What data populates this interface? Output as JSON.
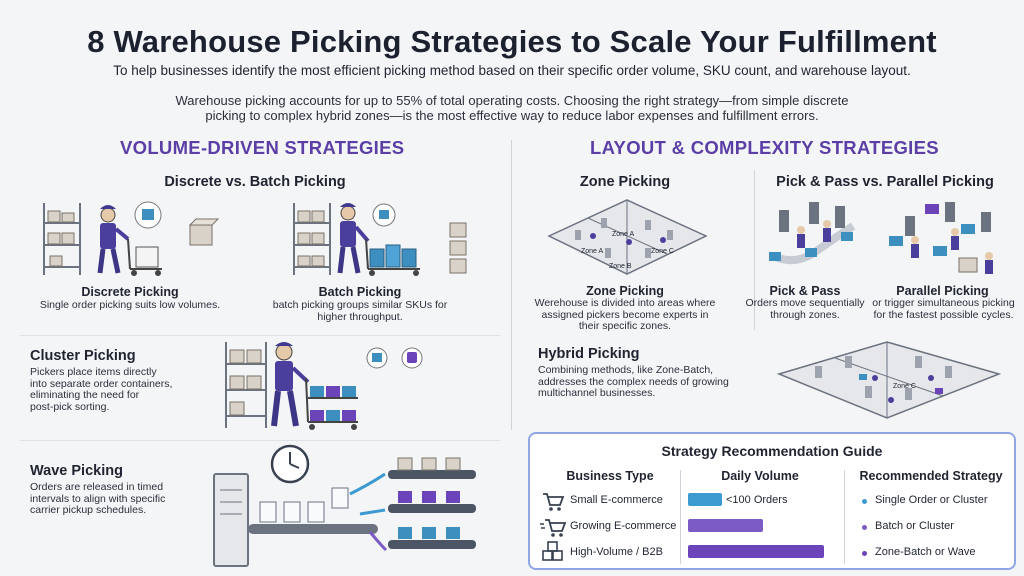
{
  "header": {
    "title": "8 Warehouse Picking Strategies to Scale Your Fulfillment",
    "subtitle": "To help businesses identify the most efficient picking method based on their specific order volume, SKU count, and warehouse layout.",
    "intro_line1": "Warehouse picking accounts for up to 55% of total operating costs. Choosing the right strategy—from simple discrete",
    "intro_line2": "picking to complex hybrid zones—is the most effective way to reduce labor expenses and fulfillment errors."
  },
  "volume": {
    "heading": "VOLUME-DRIVEN STRATEGIES",
    "discrete_batch": {
      "heading": "Discrete vs. Batch Picking",
      "discrete_title": "Discrete Picking",
      "discrete_desc": "Single order picking suits low volumes.",
      "batch_title": "Batch Picking",
      "batch_desc_line1": "batch picking groups similar SKUs for",
      "batch_desc_line2": "higher throughput."
    },
    "cluster": {
      "title": "Cluster Picking",
      "desc_line1": "Pickers place items directly",
      "desc_line2": "into separate order containers,",
      "desc_line3": "eliminating the need for",
      "desc_line4": "post-pick sorting."
    },
    "wave": {
      "title": "Wave Picking",
      "desc_line1": "Orders are released in timed",
      "desc_line2": "intervals to align with specific",
      "desc_line3": "carrier pickup schedules."
    }
  },
  "layout": {
    "heading": "LAYOUT & COMPLEXITY STRATEGIES",
    "zone": {
      "heading": "Zone Picking",
      "title": "Zone Picking",
      "desc_line1": "Werehouse is divided into areas where",
      "desc_line2": "assigned pickers become experts in",
      "desc_line3": "their specific zones.",
      "zone_a": "Zone A",
      "zone_a2": "Zone A",
      "zone_b": "Zone B",
      "zone_c": "Zone C"
    },
    "pickpass": {
      "heading": "Pick & Pass vs. Parallel Picking",
      "pp_title": "Pick & Pass",
      "pp_desc_line1": "Orders move sequentially",
      "pp_desc_line2": "through zones.",
      "par_title": "Parallel Picking",
      "par_desc_line1": "or trigger simultaneous picking",
      "par_desc_line2": "for the fastest possible cycles."
    },
    "hybrid": {
      "title": "Hybrid Picking",
      "desc_line1": "Combining methods, like Zone-Batch,",
      "desc_line2": "addresses the complex needs of growing",
      "desc_line3": "multichannel businesses.",
      "zone_c": "Zone C"
    }
  },
  "guide": {
    "title": "Strategy Recommendation Guide",
    "col_business": "Business Type",
    "col_volume": "Daily Volume",
    "col_strategy": "Recommended Strategy",
    "rows": [
      {
        "business": "Small E-commerce",
        "volume_label": "<100 Orders",
        "volume_level": 0.25,
        "strategy": "Single Order or Cluster",
        "icon": "cart-icon"
      },
      {
        "business": "Growing E-commerce",
        "volume_label": "",
        "volume_level": 0.55,
        "strategy": "Batch or Cluster",
        "icon": "fast-cart-icon"
      },
      {
        "business": "High-Volume / B2B",
        "volume_label": "",
        "volume_level": 1.0,
        "strategy": "Zone-Batch or Wave",
        "icon": "boxes-icon"
      }
    ]
  },
  "colors": {
    "accent_purple": "#5b3fa6",
    "bar_blue": "#3d9ad1",
    "bar_purple": "#7c5cc4",
    "bar_purple_dark": "#6a44b8",
    "guide_border": "#8fa6e6",
    "box_tan": "#d8d2c8",
    "bin_blue": "#3d8fc0"
  }
}
